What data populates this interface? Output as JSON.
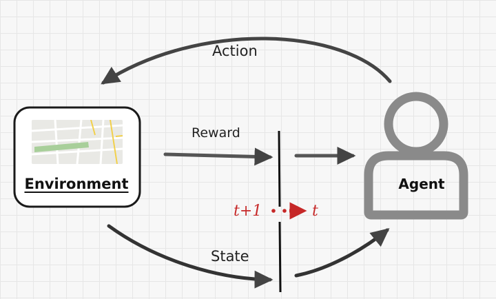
{
  "labels": {
    "action": "Action",
    "reward": "Reward",
    "state": "State",
    "environment": "Environment",
    "agent": "Agent",
    "time_next": "t+1",
    "time_current": "t"
  },
  "colors": {
    "arrow": "#444444",
    "agent_icon": "#8a8a8a",
    "time_marker": "#c62828",
    "map_road": "#f2d04a",
    "map_park": "#a8cf9a"
  },
  "icons": {
    "environment": "map-icon",
    "agent": "user-icon"
  }
}
